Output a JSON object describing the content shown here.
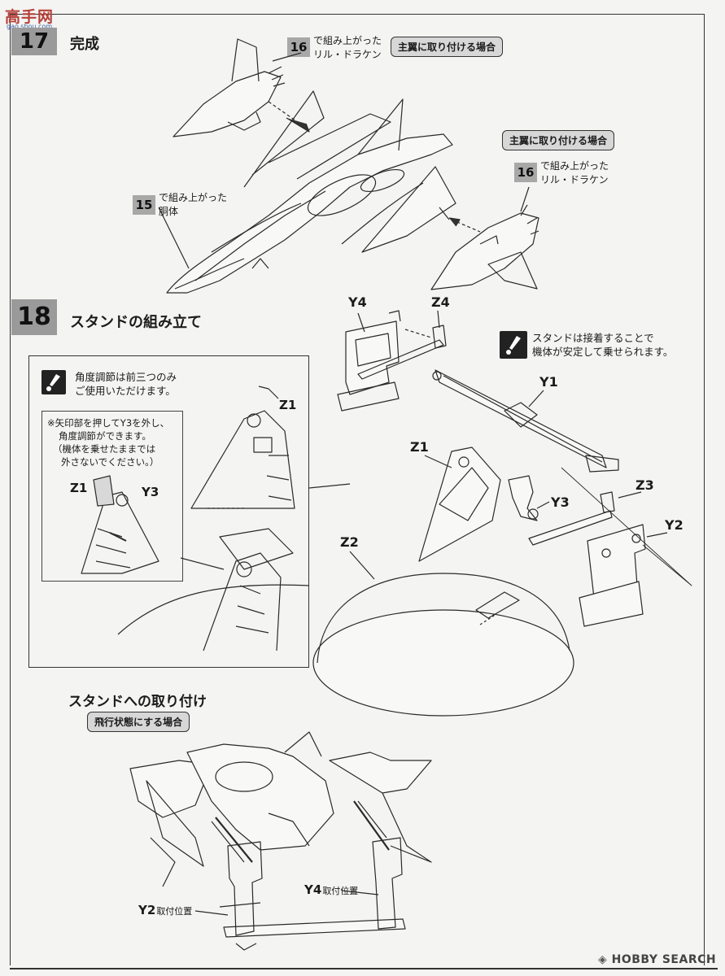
{
  "watermark": {
    "chars": "高手网",
    "url": "gao.shou.com"
  },
  "step17": {
    "number": "17",
    "title": "完成",
    "callout_top": {
      "part": "16",
      "line1": "で組み上がった",
      "line2": "リル・ドラケン"
    },
    "tag_top": "主翼に取り付ける場合",
    "tag_right": "主翼に取り付ける場合",
    "callout_right": {
      "part": "16",
      "line1": "で組み上がった",
      "line2": "リル・ドラケン"
    },
    "callout_body": {
      "part": "15",
      "line1": "で組み上がった",
      "line2": "胴体"
    }
  },
  "step18": {
    "number": "18",
    "title": "スタンドの組み立て",
    "hint_right": {
      "line1": "スタンドは接着することで",
      "line2": "機体が安定して乗せられます。"
    },
    "hint_inset": {
      "line1": "角度調節は前三つのみ",
      "line2": "ご使用いただけます。"
    },
    "note_inset": {
      "line1": "※矢印部を押してY3を外し、",
      "line2": "角度調節ができます。",
      "line3": "（機体を乗せたままでは",
      "line4": "外さないでください。）"
    },
    "labels": {
      "y4": "Y4",
      "z4": "Z4",
      "y1": "Y1",
      "z1": "Z1",
      "y3": "Y3",
      "z3": "Z3",
      "y2": "Y2",
      "z2": "Z2",
      "inset_z1": "Z1",
      "inset2_z1": "Z1",
      "inset2_y3": "Y3"
    }
  },
  "mount": {
    "title": "スタンドへの取り付け",
    "tag": "飛行状態にする場合",
    "y2_label": "Y2",
    "y2_sub": "取付位置",
    "y4_label": "Y4",
    "y4_sub": "取付位置"
  },
  "footer": {
    "brand": "HOBBY SEARCH"
  }
}
